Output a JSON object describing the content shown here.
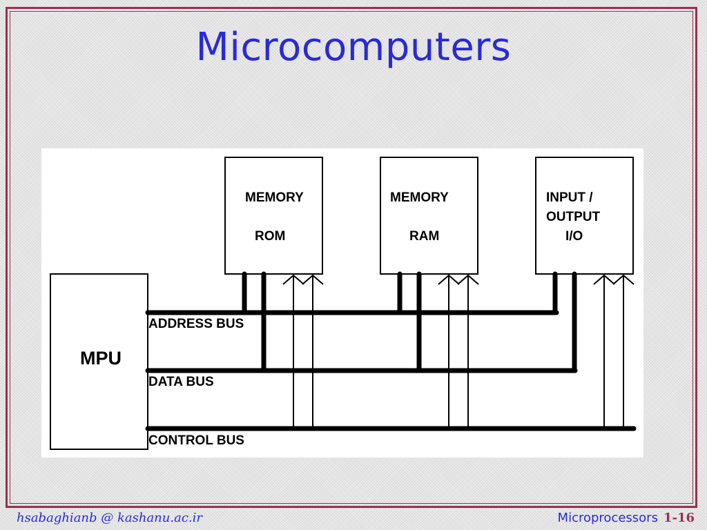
{
  "slide": {
    "title": "Microcomputers",
    "footer_left": "hsabaghianb @ kashanu.ac.ir",
    "footer_right": "Microprocessors",
    "page_number": "1-16",
    "title_color": "#2a2ad6",
    "frame_color": "#9b2f4f"
  },
  "diagram": {
    "mpu_label": "MPU",
    "rom_block": {
      "line1": "MEMORY",
      "line2": "ROM"
    },
    "ram_block": {
      "line1": "MEMORY",
      "line2": "RAM"
    },
    "io_block": {
      "line1": "INPUT /",
      "line2": "OUTPUT",
      "line3": "I/O"
    },
    "address_bus_label": "ADDRESS BUS",
    "data_bus_label": "DATA BUS",
    "control_bus_label": "CONTROL BUS"
  }
}
